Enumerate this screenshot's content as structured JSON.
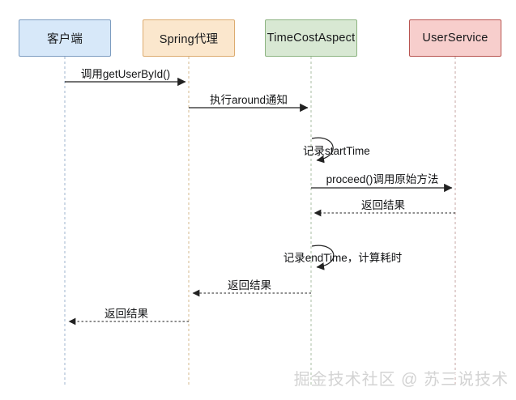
{
  "diagram": {
    "kind": "uml-sequence-diagram",
    "participants": [
      {
        "label": "客户端",
        "fill": "#d7e8f9",
        "border": "#7d9cc0",
        "lifeline_color": "#9db3cc"
      },
      {
        "label": "Spring代理",
        "fill": "#fbe7cd",
        "border": "#dcab6f",
        "lifeline_color": "#d4ba8c"
      },
      {
        "label": "TimeCostAspect",
        "fill": "#d8e8d3",
        "border": "#8cb380",
        "lifeline_color": "#a9bda3"
      },
      {
        "label": "UserService",
        "fill": "#f7cecc",
        "border": "#b85450",
        "lifeline_color": "#c5a5a3"
      }
    ],
    "messages": [
      {
        "label": "调用getUserById()",
        "from": "客户端",
        "to": "Spring代理",
        "line": "solid"
      },
      {
        "label": "执行around通知",
        "from": "Spring代理",
        "to": "TimeCostAspect",
        "line": "solid"
      },
      {
        "label": "记录startTime",
        "from": "TimeCostAspect",
        "to": "TimeCostAspect",
        "line": "self"
      },
      {
        "label": "proceed()调用原始方法",
        "from": "TimeCostAspect",
        "to": "UserService",
        "line": "solid"
      },
      {
        "label": "返回结果",
        "from": "UserService",
        "to": "TimeCostAspect",
        "line": "dashed"
      },
      {
        "label": "记录endTime，计算耗时",
        "from": "TimeCostAspect",
        "to": "TimeCostAspect",
        "line": "self"
      },
      {
        "label": "返回结果",
        "from": "TimeCostAspect",
        "to": "Spring代理",
        "line": "dashed"
      },
      {
        "label": "返回结果",
        "from": "Spring代理",
        "to": "客户端",
        "line": "dashed"
      }
    ],
    "watermark": "掘金技术社区 @ 苏三说技术",
    "arrow_color": "#222222",
    "background": "#ffffff"
  }
}
